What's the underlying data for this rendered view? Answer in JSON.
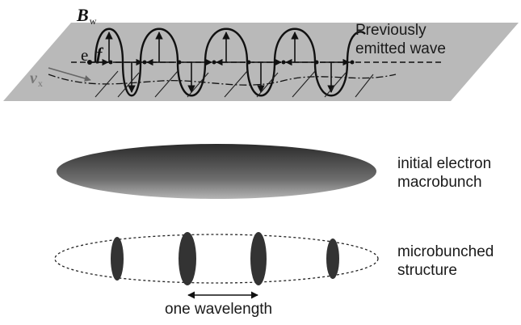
{
  "labels": {
    "previously_emitted_wave": [
      "Previously",
      "emitted wave"
    ],
    "initial_macrobunch": [
      "initial electron",
      "macrobunch"
    ],
    "microbunched_structure": [
      "microbunched",
      "structure"
    ],
    "one_wavelength": "one wavelength"
  },
  "symbols": {
    "b_field": "B",
    "b_field_sub": "w",
    "electron": "e",
    "force": "f",
    "velocity": "v",
    "velocity_sub": "x"
  },
  "colors": {
    "plane": "#b9b9b9",
    "wave": "#111111",
    "bunch_dark": "#2b2b2b",
    "bunch_light": "#b5b5b5",
    "microbunch": "#333333",
    "velocity_vector": "#777777"
  }
}
